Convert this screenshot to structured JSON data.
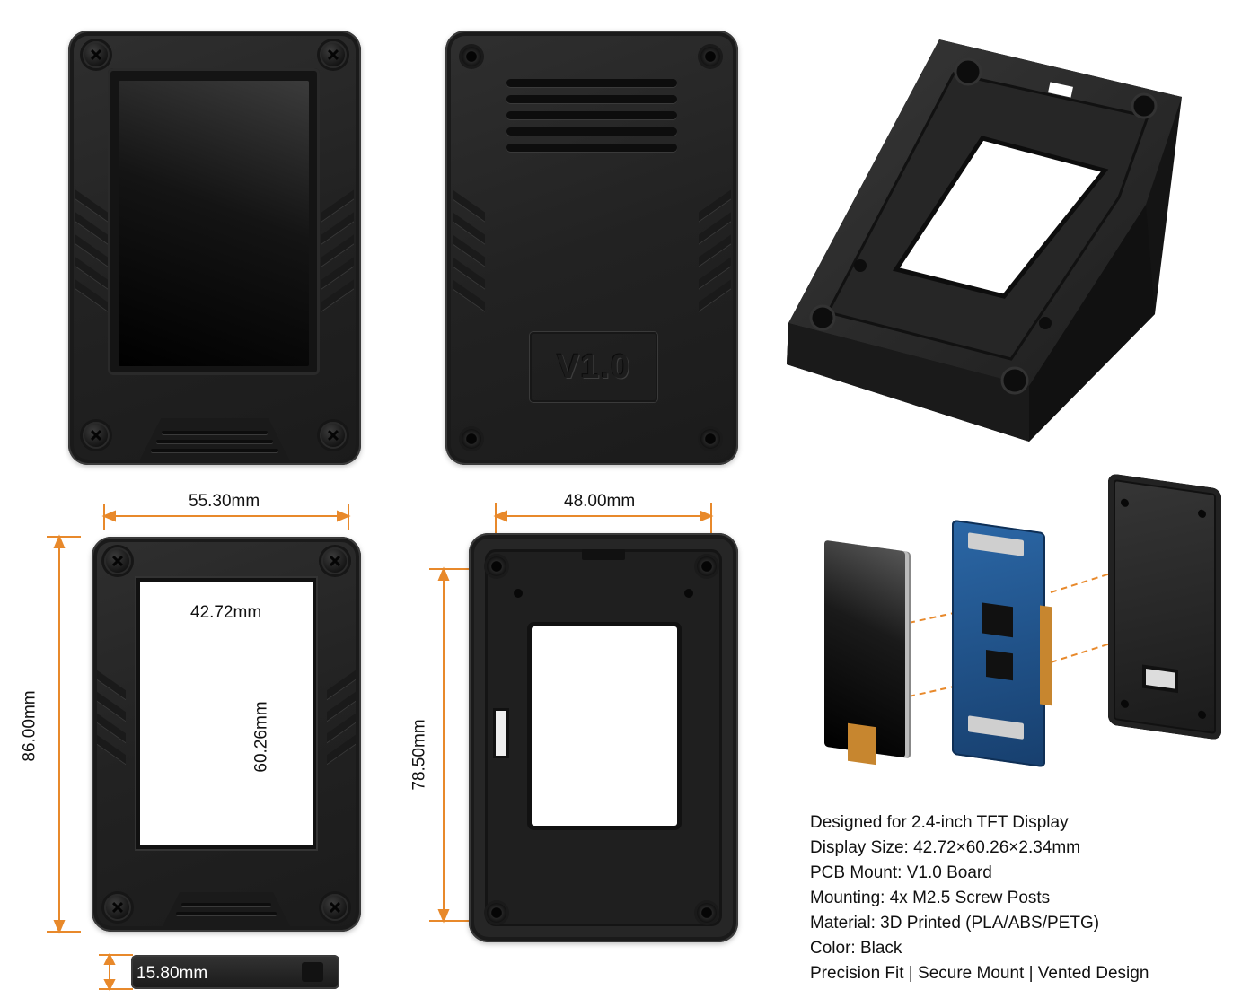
{
  "dimensions": {
    "front_width": "55.30mm",
    "screen_width": "42.72mm",
    "screen_height": "60.26mm",
    "front_height": "86.00mm",
    "inner_width": "48.00mm",
    "inner_height": "78.50mm",
    "depth": "15.80mm"
  },
  "back_label": "V1.0",
  "specs": [
    "Designed for 2.4-inch TFT Display",
    "Display Size: 42.72×60.26×2.34mm",
    "PCB Mount: V1.0 Board",
    "Mounting: 4x M2.5 Screw Posts",
    "Material: 3D Printed (PLA/ABS/PETG)",
    "Color: Black",
    "Precision Fit | Secure Mount | Vented Design"
  ],
  "colors": {
    "dimension_line": "#e8892b",
    "case_body": "#222222",
    "pcb": "#1f4f86"
  }
}
